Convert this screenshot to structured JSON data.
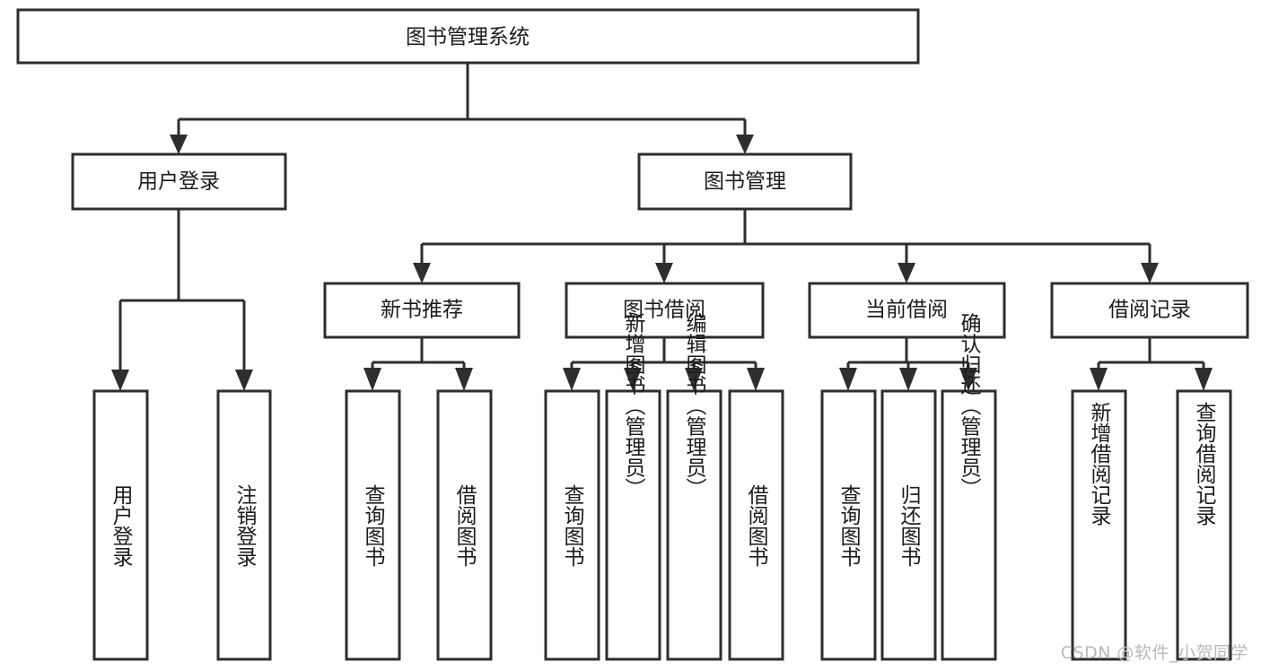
{
  "diagram": {
    "title": "图书管理系统",
    "type": "tree",
    "root": {
      "id": "root",
      "label": "图书管理系统"
    },
    "level2": [
      {
        "id": "user-login",
        "label": "用户登录"
      },
      {
        "id": "book-management",
        "label": "图书管理"
      }
    ],
    "level3": [
      {
        "id": "new-book-recommend",
        "label": "新书推荐"
      },
      {
        "id": "book-borrow",
        "label": "图书借阅"
      },
      {
        "id": "current-borrow",
        "label": "当前借阅"
      },
      {
        "id": "borrow-record",
        "label": "借阅记录"
      }
    ],
    "leaves": {
      "user_login": [
        {
          "id": "leaf-user-login",
          "label": "用户登录"
        },
        {
          "id": "leaf-logout-login",
          "label": "注销登录"
        }
      ],
      "new_book_recommend": [
        {
          "id": "leaf-query-book-1",
          "label": "查询图书"
        },
        {
          "id": "leaf-borrow-book-1",
          "label": "借阅图书"
        }
      ],
      "book_borrow": [
        {
          "id": "leaf-query-book-2",
          "label": "查询图书"
        },
        {
          "id": "leaf-add-book",
          "label": "新增图书（管理员）"
        },
        {
          "id": "leaf-edit-book",
          "label": "编辑图书（管理员）"
        },
        {
          "id": "leaf-borrow-book-2",
          "label": "借阅图书"
        }
      ],
      "current_borrow": [
        {
          "id": "leaf-query-book-3",
          "label": "查询图书"
        },
        {
          "id": "leaf-return-book",
          "label": "归还图书"
        },
        {
          "id": "leaf-confirm-return",
          "label": "确认归还（管理员）"
        }
      ],
      "borrow_record": [
        {
          "id": "leaf-add-borrow-record",
          "label": "新增借阅记录"
        },
        {
          "id": "leaf-query-borrow-record",
          "label": "查询借阅记录"
        }
      ]
    }
  },
  "watermark": {
    "text": "CSDN @软件_小贺同学"
  },
  "colors": {
    "stroke": "#2e2e2e",
    "fill": "#ffffff",
    "text": "#1b1b1b",
    "watermark": "#b9b9b9"
  }
}
